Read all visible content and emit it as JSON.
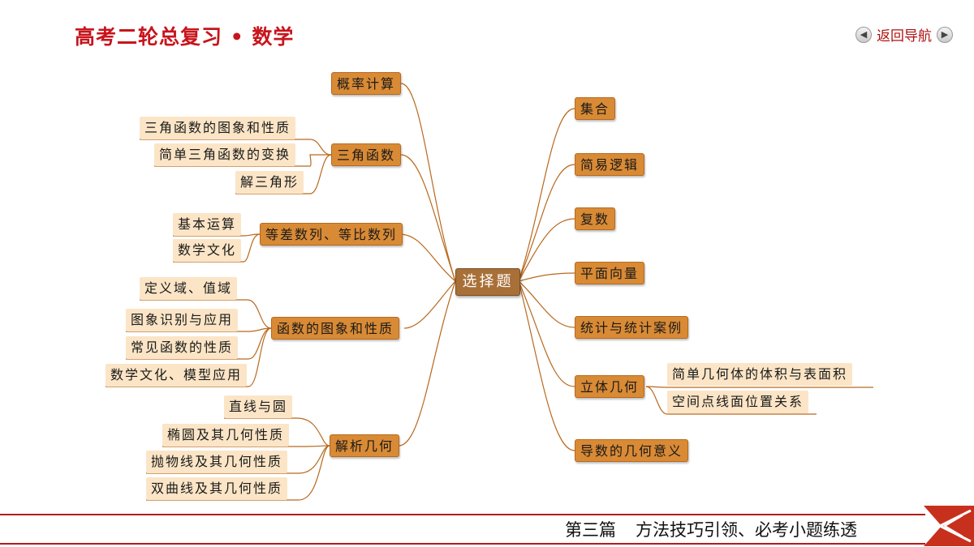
{
  "header": {
    "title": "高考二轮总复习 • 数学",
    "back_nav_label": "返回导航",
    "prev_icon": "chevron-left-icon",
    "next_icon": "chevron-right-icon"
  },
  "mindmap": {
    "center": "选择题",
    "left": [
      {
        "label": "概率计算",
        "children": []
      },
      {
        "label": "三角函数",
        "children": [
          "三角函数的图象和性质",
          "简单三角函数的变换",
          "解三角形"
        ]
      },
      {
        "label": "等差数列、等比数列",
        "children": [
          "基本运算",
          "数学文化"
        ]
      },
      {
        "label": "函数的图象和性质",
        "children": [
          "定义域、值域",
          "图象识别与应用",
          "常见函数的性质",
          "数学文化、模型应用"
        ]
      },
      {
        "label": "解析几何",
        "children": [
          "直线与圆",
          "椭圆及其几何性质",
          "抛物线及其几何性质",
          "双曲线及其几何性质"
        ]
      }
    ],
    "right": [
      {
        "label": "集合",
        "children": []
      },
      {
        "label": "简易逻辑",
        "children": []
      },
      {
        "label": "复数",
        "children": []
      },
      {
        "label": "平面向量",
        "children": []
      },
      {
        "label": "统计与统计案例",
        "children": []
      },
      {
        "label": "立体几何",
        "children": [
          "简单几何体的体积与表面积",
          "空间点线面位置关系"
        ]
      },
      {
        "label": "导数的几何意义",
        "children": []
      }
    ],
    "colors": {
      "main_node": "#d98a35",
      "sub_node": "#fbe5c6",
      "center_node": "#a87038",
      "line": "#b8691e"
    }
  },
  "footer": {
    "part": "第三篇",
    "subtitle": "方法技巧引领、必考小题练透",
    "accent_color": "#b51a1a"
  }
}
